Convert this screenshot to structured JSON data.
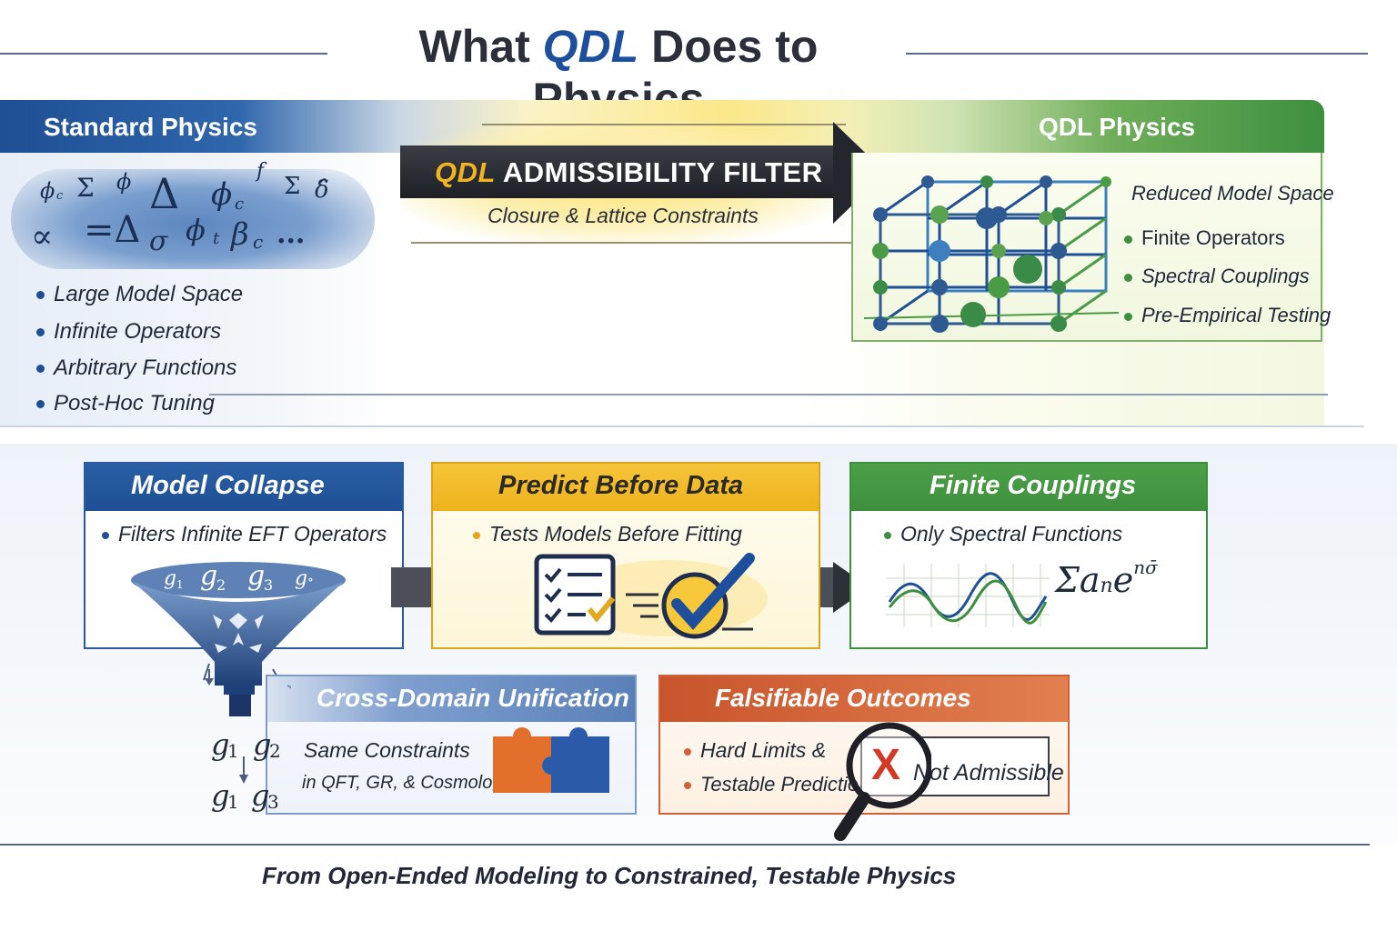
{
  "title": {
    "before": "What ",
    "accent": "QDL",
    "after": " Does to Physics"
  },
  "standard": {
    "header": "Standard Physics",
    "symbols": [
      "ϕ",
      "c",
      "Σ",
      "ϕ",
      "Δ",
      "ϕ",
      "c",
      "f",
      "Σ",
      "δ̂",
      "∝",
      "=Δ",
      "σ",
      "ϕ",
      "t",
      "β",
      "c",
      "..."
    ],
    "bullets": [
      "Large Model Space",
      "Infinite Operators",
      "Arbitrary Functions",
      "Post-Hoc Tuning"
    ]
  },
  "filter": {
    "label_accent": "QDL",
    "label_rest": " ADMISSIBILITY FILTER",
    "sub": "Closure & Lattice Constraints"
  },
  "qdl": {
    "header": "QDL Physics",
    "reduced": "Reduced Model Space",
    "bullets": [
      "Finite Operators",
      "Spectral Couplings",
      "Pre-Empirical Testing"
    ]
  },
  "cards": {
    "model_collapse": {
      "title": "Model Collapse",
      "bullet": "Filters Infinite EFT Operators",
      "funnel_labels": [
        "g",
        "1",
        "g",
        "2",
        "g",
        "3",
        "g",
        "∘"
      ]
    },
    "predict": {
      "title": "Predict Before Data",
      "bullet": "Tests Models Before Fitting"
    },
    "finite": {
      "title": "Finite Couplings",
      "bullet": "Only Spectral Functions",
      "formula_main": "Σa",
      "formula_sub": "n",
      "formula_e": "e",
      "formula_sup": "nσ̄"
    },
    "cross": {
      "title": "Cross-Domain Unification",
      "line1": "Same Constraints",
      "line2": "in QFT, GR, & Cosmology",
      "g_left": [
        "g",
        "1",
        "g",
        "2"
      ],
      "g_bottom": [
        "g",
        "1",
        "g",
        "3"
      ]
    },
    "falsifiable": {
      "title": "Falsifiable Outcomes",
      "bullets": [
        "Hard Limits &",
        "Testable Predictions"
      ],
      "mark": "X",
      "stamp": "Not Admissible"
    }
  },
  "footer": "From Open-Ended Modeling to Constrained, Testable Physics",
  "colors": {
    "blue": "#1f4f94",
    "gold": "#f2b321",
    "green": "#3d8f3e",
    "orange": "#d0623a"
  },
  "icons": [
    "funnel-icon",
    "checklist-icon",
    "checkmark-circle-icon",
    "wave-icon",
    "puzzle-icon",
    "magnifier-icon",
    "lattice-cube-icon"
  ]
}
